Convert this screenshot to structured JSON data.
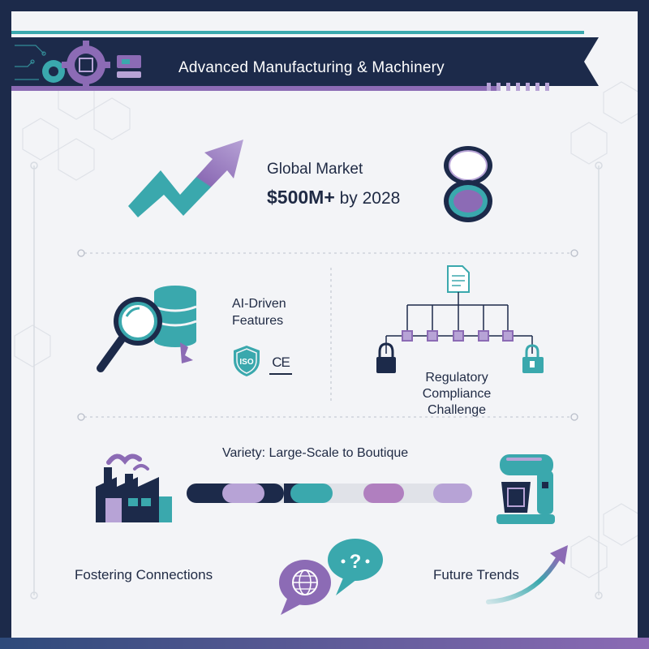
{
  "banner": {
    "title": "Advanced Manufacturing & Machinery"
  },
  "market": {
    "label": "Global Market",
    "value_bold": "$500M+",
    "value_rest": " by 2028"
  },
  "ai": {
    "line1": "AI-Driven",
    "line2": "Features"
  },
  "certs": {
    "iso": "ISO",
    "ce": "CE"
  },
  "compliance": {
    "line1": "Regulatory",
    "line2": "Compliance",
    "line3": "Challenge"
  },
  "variety": {
    "label": "Variety: Large-Scale to Boutique"
  },
  "connections": {
    "label": "Fostering Connections",
    "bubble_glyph": "?"
  },
  "trends": {
    "label": "Future Trends"
  },
  "colors": {
    "navy": "#1c2a4a",
    "teal": "#3aa8ad",
    "purple": "#8c6bb5",
    "lavender": "#b7a3d6",
    "background": "#f3f4f7"
  }
}
